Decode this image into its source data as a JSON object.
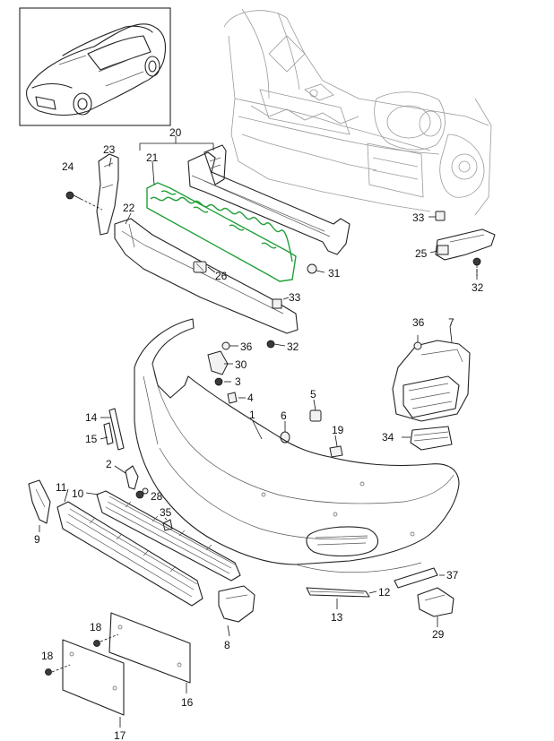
{
  "callouts": {
    "n1": "1",
    "n2": "2",
    "n3": "3",
    "n4": "4",
    "n5": "5",
    "n6": "6",
    "n7": "7",
    "n8": "8",
    "n9": "9",
    "n10": "10",
    "n11": "11",
    "n12": "12",
    "n13": "13",
    "n14": "14",
    "n15": "15",
    "n16": "16",
    "n17": "17",
    "n18a": "18",
    "n18b": "18",
    "n19": "19",
    "n20": "20",
    "n21": "21",
    "n22": "22",
    "n23": "23",
    "n24": "24",
    "n25": "25",
    "n26": "26",
    "n28": "28",
    "n29": "29",
    "n30": "30",
    "n31": "31",
    "n32a": "32",
    "n32b": "32",
    "n33a": "33",
    "n33b": "33",
    "n34": "34",
    "n35": "35",
    "n36a": "36",
    "n36b": "36",
    "n37": "37"
  },
  "colors": {
    "highlight": "#22a03a",
    "line": "#222222",
    "background": "#ffffff"
  }
}
